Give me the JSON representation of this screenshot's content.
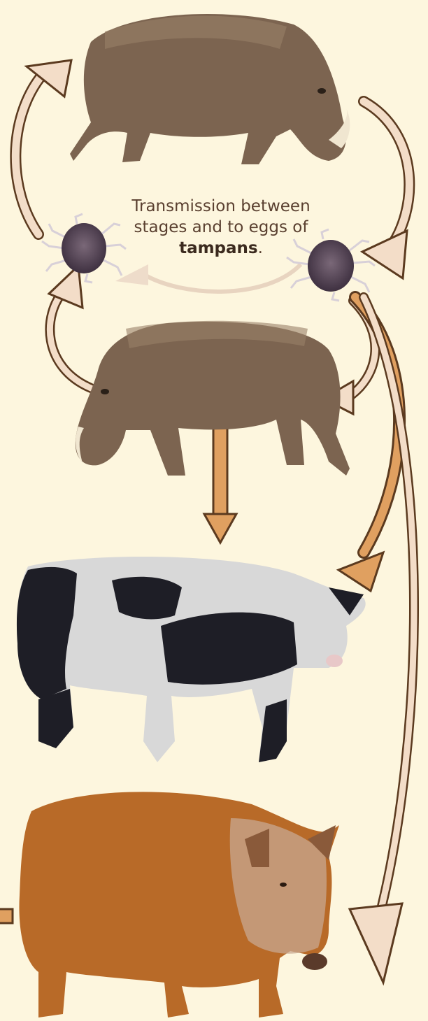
{
  "caption": {
    "line1": "Transmission between",
    "line2": "stages and to eggs of",
    "emphasis": "tampans",
    "trailing": "."
  },
  "colors": {
    "background": "#fdf6de",
    "pale_arrow_fill": "#f3ddc8",
    "arrow_outline": "#5b3a1f",
    "orange_arrow_fill": "#e0a060",
    "warthog_body": "#7c6450",
    "tick_body": "#5a4a5a",
    "domestic_pig_dark": "#1e1e26",
    "domestic_pig_light": "#d8d8d8",
    "bushpig_body": "#b86a28"
  },
  "icons": [
    "warthog-top",
    "warthog-middle",
    "tick-left",
    "tick-right",
    "domestic-pig",
    "bushpig"
  ]
}
